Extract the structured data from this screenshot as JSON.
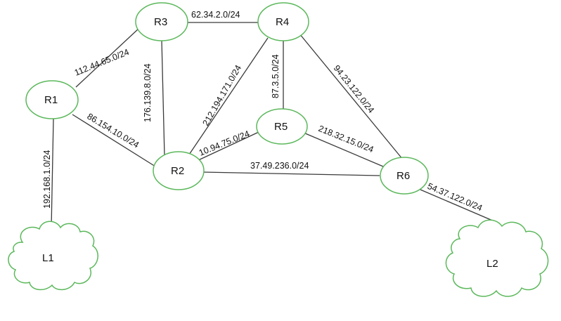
{
  "colors": {
    "node_stroke": "#5cb85c",
    "line": "#3a3a3a",
    "text": "#111111",
    "background": "#ffffff"
  },
  "nodes": {
    "r1": "R1",
    "r2": "R2",
    "r3": "R3",
    "r4": "R4",
    "r5": "R5",
    "r6": "R6",
    "l1": "L1",
    "l2": "L2"
  },
  "links": {
    "r1_r3": "112.44.65.0/24",
    "r3_r4": "62.34.2.0/24",
    "r3_r2": "176.139.8.0/24",
    "r4_r2": "212.194.171.0/24",
    "r4_r5": "87.3.5.0/24",
    "r4_r6": "94.23.122.0/24",
    "r1_r2": "86.154.10.0/24",
    "r2_r5": "10.94.75.0/24",
    "r5_r6": "218.32.15.0/24",
    "r2_r6": "37.49.236.0/24",
    "r1_l1": "192.168.1.0/24",
    "r6_l2": "54.37.122.0/24"
  }
}
